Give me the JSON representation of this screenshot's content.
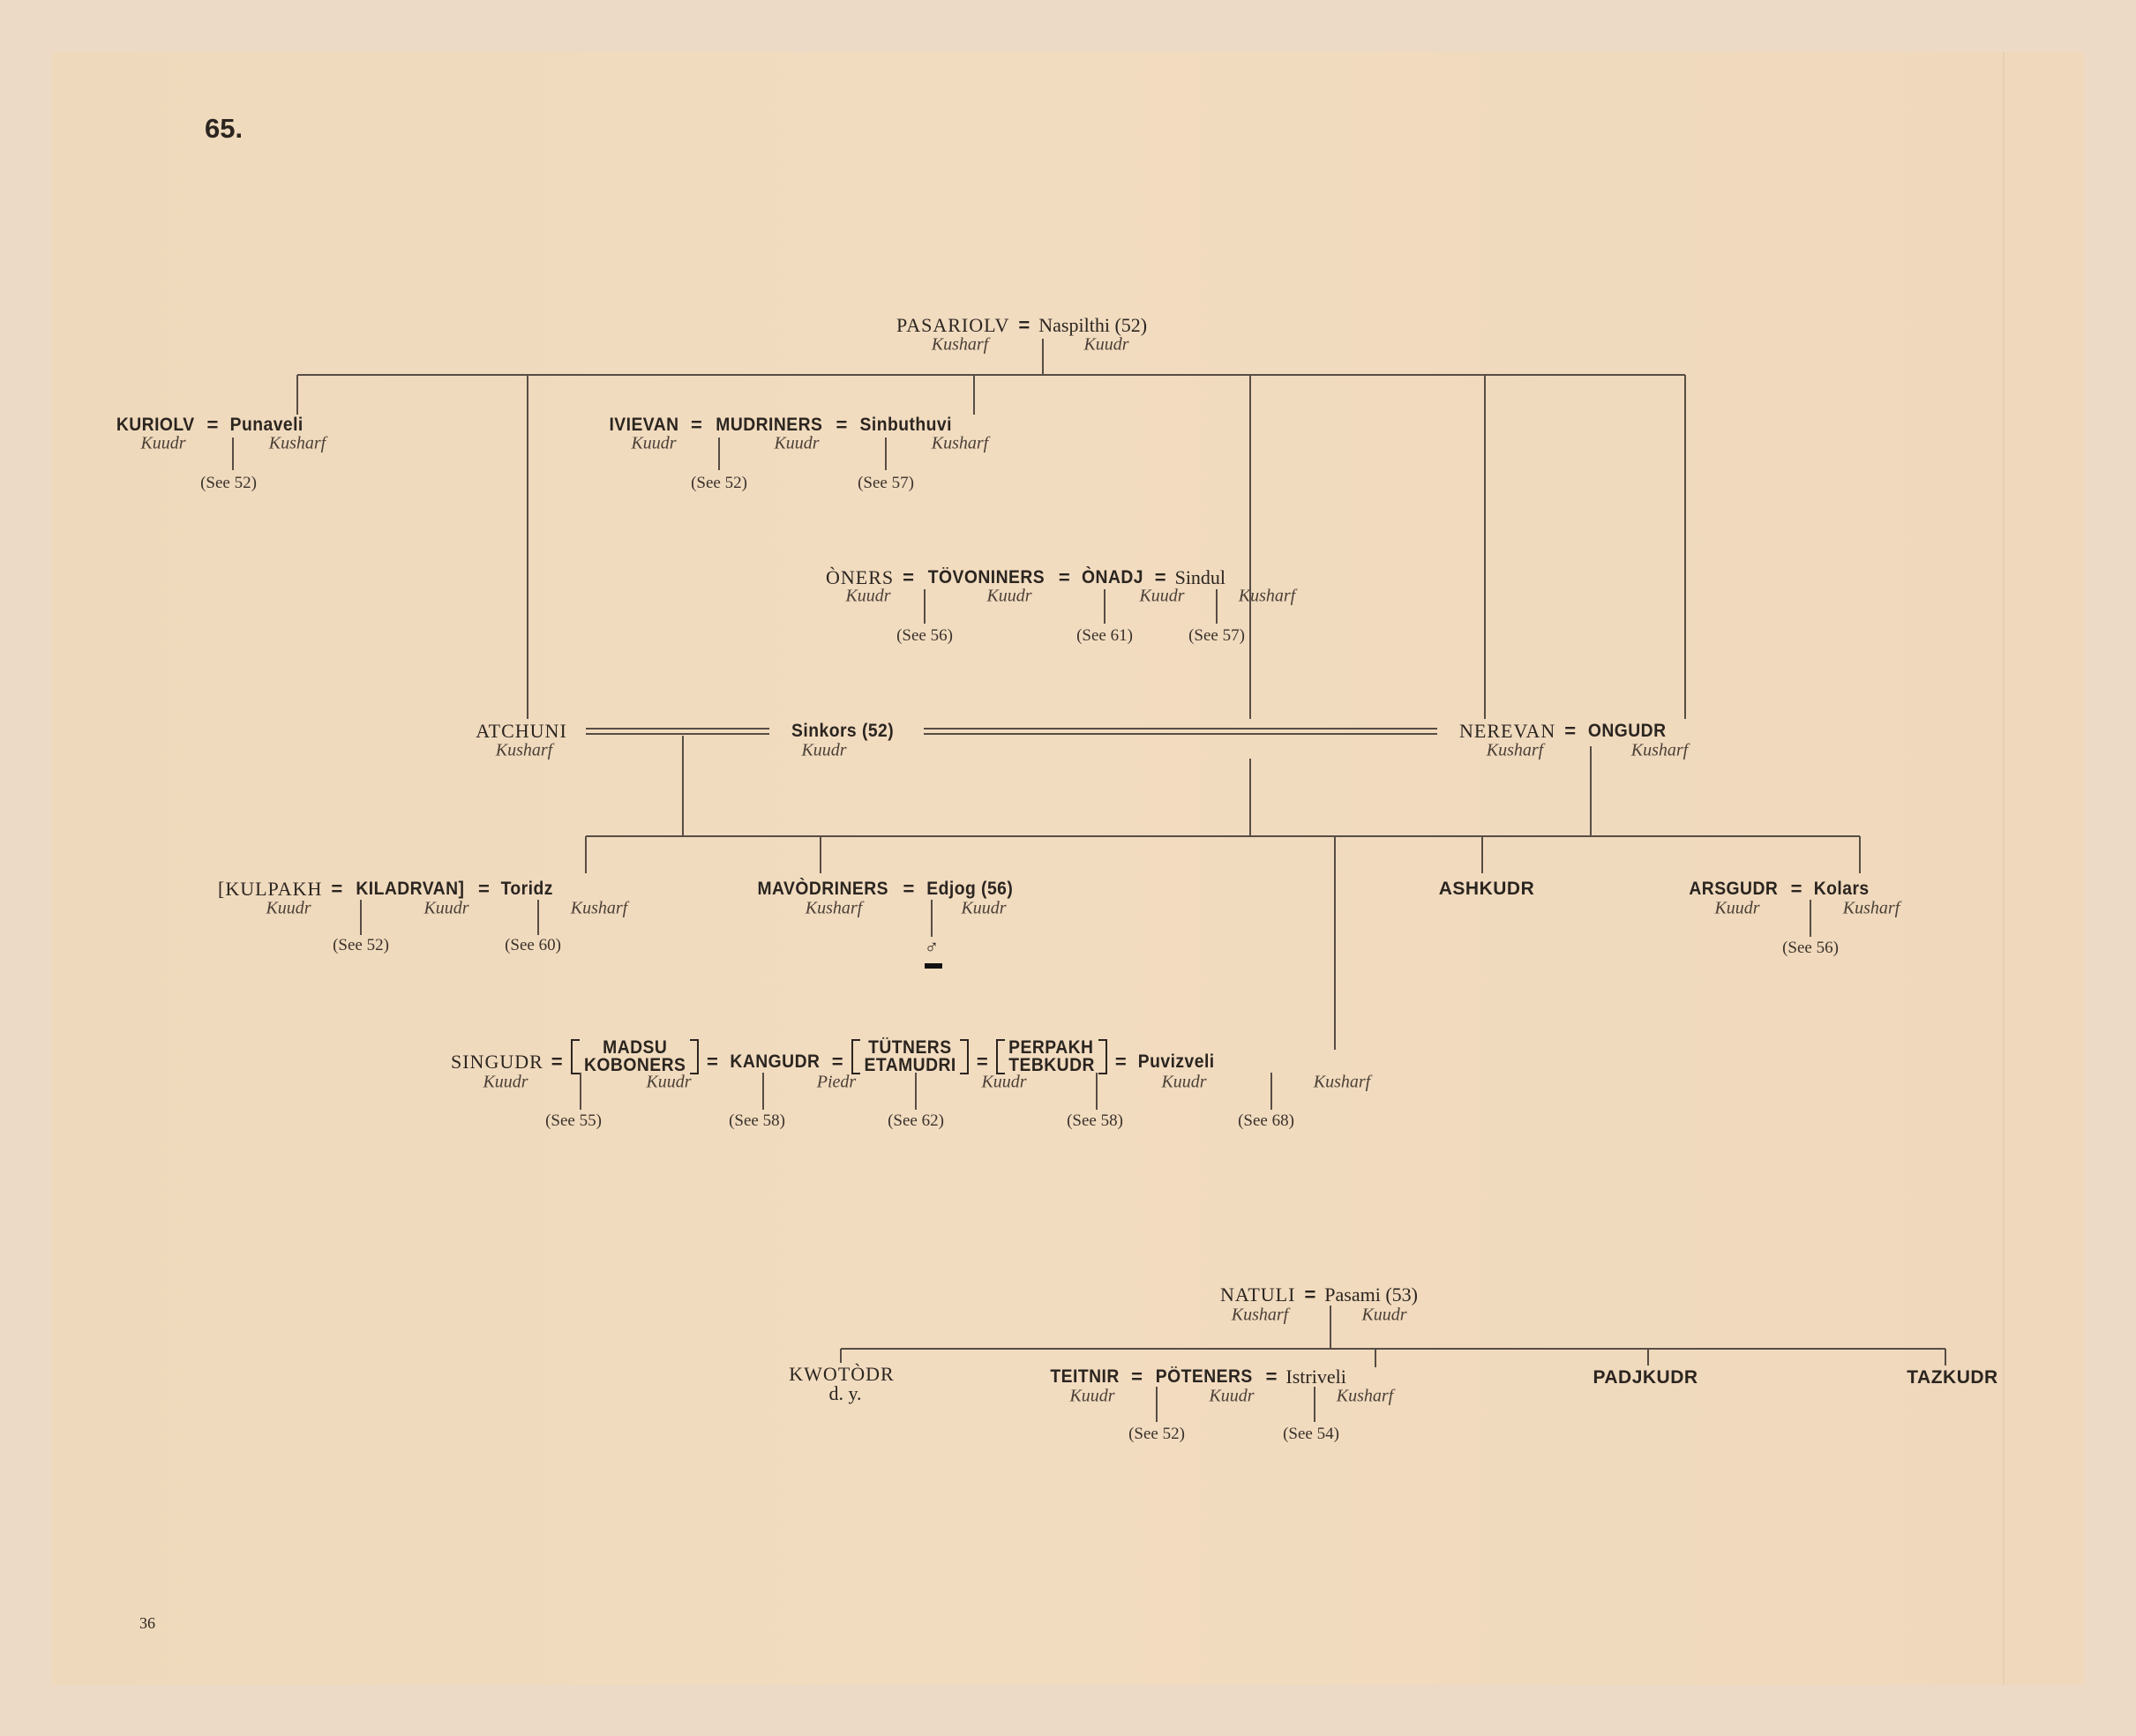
{
  "page_number": "65.",
  "folio": "36",
  "eq": "=",
  "pasariolv": {
    "husband": "PASARIOLV",
    "husband_clan": "Kusharf",
    "wife": "Naspilthi (52)",
    "wife_clan": "Kuudr"
  },
  "kuriolv": {
    "husband": "KURIOLV",
    "husband_clan": "Kuudr",
    "wife": "Punaveli",
    "wife_clan": "Kusharf",
    "see": "(See 52)"
  },
  "ivievan": {
    "p1": "IVIEVAN",
    "p1_clan": "Kuudr",
    "p2": "MUDRINERS",
    "p2_clan": "Kuudr",
    "p3": "Sinbuthuvi",
    "p3_clan": "Kusharf",
    "see1": "(See 52)",
    "see2": "(See 57)"
  },
  "oners": {
    "p1": "ÒNERS",
    "p1_clan": "Kuudr",
    "p2": "TÖVONINERS",
    "p2_clan": "Kuudr",
    "p3": "ÒNADJ",
    "p3_clan": "Kuudr",
    "p4": "Sindul",
    "p4_clan": "Kusharf",
    "see1": "(See 56)",
    "see2": "(See 61)",
    "see3": "(See 57)"
  },
  "atchuni": {
    "name": "ATCHUNI",
    "clan": "Kusharf"
  },
  "sinkors": {
    "name": "Sinkors (52)",
    "clan": "Kuudr"
  },
  "nerevan": {
    "husband": "NEREVAN",
    "husband_clan": "Kusharf",
    "wife": "ONGUDR",
    "wife_clan": "Kusharf"
  },
  "kulpakh": {
    "p1": "[KULPAKH",
    "p1_clan": "Kuudr",
    "p2": "KILADRVAN]",
    "p2_clan": "Kuudr",
    "p3": "Toridz",
    "p3_clan": "Kusharf",
    "see1": "(See 52)",
    "see2": "(See 60)"
  },
  "mavodriners": {
    "husband": "MAVÒDRINERS",
    "husband_clan": "Kusharf",
    "wife": "Edjog (56)",
    "wife_clan": "Kuudr",
    "child": "♂"
  },
  "ashkudr": {
    "name": "ASHKUDR"
  },
  "arsgudr": {
    "husband": "ARSGUDR",
    "husband_clan": "Kuudr",
    "wife": "Kolars",
    "wife_clan": "Kusharf",
    "see": "(See 56)"
  },
  "singudr": {
    "p1": "SINGUDR",
    "p1_clan": "Kuudr",
    "p2a": "MADSU",
    "p2b": "KOBONERS",
    "p2_clan": "Kuudr",
    "p3": "KANGUDR",
    "p3_clan": "Piedr",
    "p4a": "TÜTNERS",
    "p4b": "ETAMUDRI",
    "p4_clan": "Kuudr",
    "p5a": "PERPAKH",
    "p5b": "TEBKUDR",
    "p5_clan": "Kuudr",
    "p6": "Puvizveli",
    "p6_clan": "Kusharf",
    "see": [
      "(See 55)",
      "(See 58)",
      "(See 62)",
      "(See 58)",
      "(See 68)"
    ]
  },
  "natuli": {
    "husband": "NATULI",
    "husband_clan": "Kusharf",
    "wife": "Pasami (53)",
    "wife_clan": "Kuudr"
  },
  "kwotodr": {
    "name": "KWOTÒDR",
    "note": "d. y."
  },
  "teitnir": {
    "p1": "TEITNIR",
    "p1_clan": "Kuudr",
    "p2": "PÖTENERS",
    "p2_clan": "Kuudr",
    "p3": "Istriveli",
    "p3_clan": "Kusharf",
    "see1": "(See 52)",
    "see2": "(See 54)"
  },
  "padjkudr": {
    "name": "PADJKUDR"
  },
  "tazkudr": {
    "name": "TAZKUDR"
  }
}
